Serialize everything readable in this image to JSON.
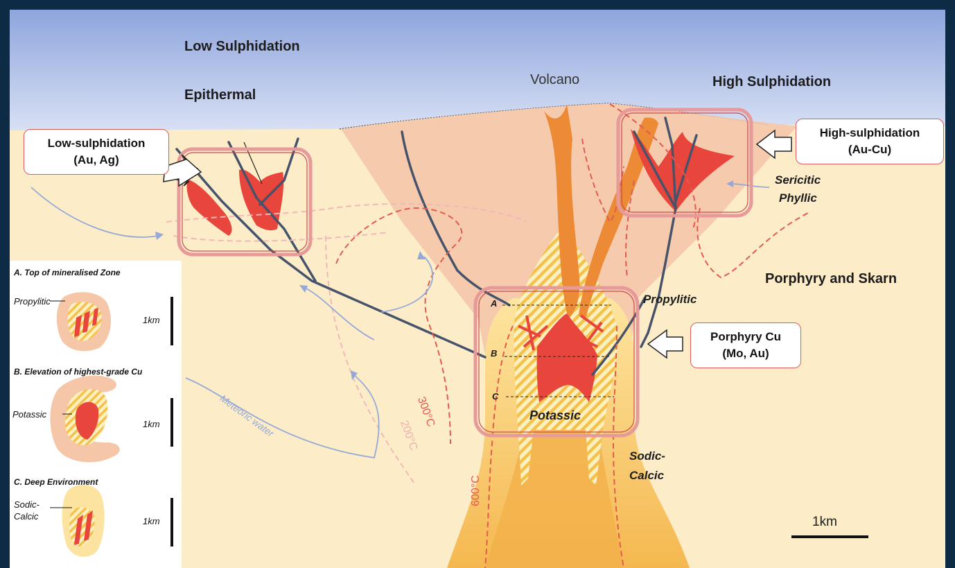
{
  "headings": {
    "low_sulphidation": "Low Sulphidation",
    "epithermal": "Epithermal",
    "volcano": "Volcano",
    "high_sulphidation": "High Sulphidation",
    "porphyry_skarn": "Porphyry and Skarn"
  },
  "callouts": {
    "low": {
      "line1": "Low-sulphidation",
      "line2": "(Au, Ag)"
    },
    "high": {
      "line1": "High-sulphidation",
      "line2": "(Au-Cu)"
    },
    "porphyry": {
      "line1": "Porphyry Cu",
      "line2": "(Mo, Au)"
    }
  },
  "zones": {
    "sericitic": "Sericitic",
    "phyllic": "Phyllic",
    "propylitic": "Propylitic",
    "potassic": "Potassic",
    "sodic": "Sodic-",
    "calcic": "Calcic"
  },
  "levels": {
    "a": "A",
    "b": "B",
    "c": "C"
  },
  "isotherms": {
    "t300": "300°C",
    "t200": "200°C",
    "t600": "600°C"
  },
  "meteoric": "Meteoric water",
  "scale_bar": "1km",
  "inset": {
    "a_title": "A. Top of mineralised Zone",
    "a_zone": "Propylitic",
    "b_title": "B. Elevation of highest-grade Cu",
    "b_zone": "Potassic",
    "c_title": "C. Deep Environment",
    "c_zone1": "Sodic-",
    "c_zone2": "Calcic",
    "scale": "1km"
  },
  "colors": {
    "sky_top": "#8ea5dd",
    "sky_bottom": "#dfe6f6",
    "ground": "#fcecc8",
    "altered_halo": "#f5c6a8",
    "orebody_red": "#e8453c",
    "dyke_orange": "#ec8a36",
    "fault_grey": "#46536a",
    "frame_pink": "#e79a9a",
    "border_navy": "#0d2b45"
  }
}
